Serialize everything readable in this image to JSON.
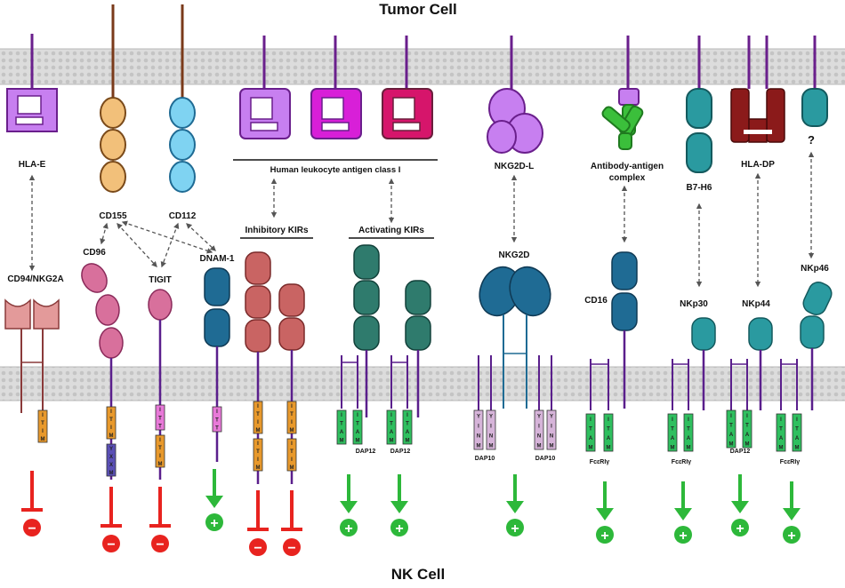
{
  "titles": {
    "top": "Tumor Cell",
    "bottom": "NK Cell"
  },
  "ligands": {
    "hla_e": "HLA-E",
    "cd155": "CD155",
    "cd112": "CD112",
    "hla_class_i": "Human leukocyte antigen class I",
    "nkg2d_l": "NKG2D-L",
    "antibody_antigen_line1": "Antibody-antigen",
    "antibody_antigen_line2": "complex",
    "b7_h6": "B7-H6",
    "hla_dp": "HLA-DP",
    "unknown": "?"
  },
  "receptors": {
    "cd94_nkg2a": "CD94/NKG2A",
    "cd96": "CD96",
    "tigit": "TIGIT",
    "dnam1": "DNAM-1",
    "inhibitory_kirs": "Inhibitory KIRs",
    "activating_kirs": "Activating KIRs",
    "nkg2d": "NKG2D",
    "cd16": "CD16",
    "nkp30": "NKp30",
    "nkp44": "NKp44",
    "nkp46": "NKp46"
  },
  "adaptors": {
    "dap12": "DAP12",
    "dap10": "DAP10",
    "fcer1g": "FcεRIγ"
  },
  "motifs": {
    "itim": "ITIM",
    "itt": "ITT",
    "yxxm": "YXXM",
    "itam": "ITAM",
    "yinm": "YINM"
  },
  "colors": {
    "membrane": "#d9d9d9",
    "hla": "#c77ff0",
    "hla_magenta": "#d81fd8",
    "hla_crimson": "#d6156b",
    "cd155": "#f2c07a",
    "cd112": "#7fd3f2",
    "cd96": "#d8709c",
    "dnam1": "#1f6b94",
    "inhibitory_kir": "#c96463",
    "activating_kir": "#2f7b6d",
    "nkg2d": "#1f6b94",
    "ncr": "#2a9aa0",
    "hla_dp": "#8b1a1a",
    "antibody": "#3bbf3b",
    "itim": "#e8992c",
    "itam": "#2fbf5f",
    "yinm": "#d6b4d9",
    "yxxm": "#5a4fb5",
    "itt": "#e879d8",
    "activation": "#2db83a",
    "inhibition": "#e8231f"
  },
  "signals": {
    "activating_symbol": "+",
    "inhibitory_symbol": "−"
  }
}
